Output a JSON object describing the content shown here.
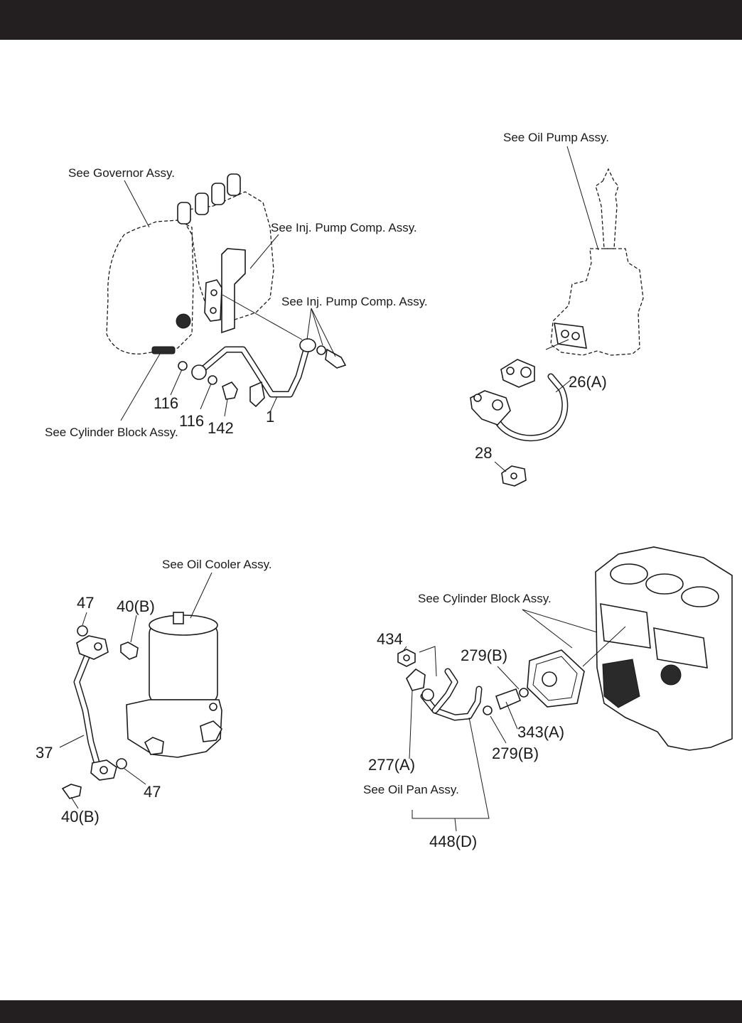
{
  "top_left": {
    "ref_governor": "See Governor Assy.",
    "ref_inj_pump_1": "See Inj. Pump Comp. Assy.",
    "ref_inj_pump_2": "See Inj. Pump Comp. Assy.",
    "ref_cyl_block": "See Cylinder Block Assy.",
    "callouts": [
      "116",
      "116",
      "142",
      "1"
    ]
  },
  "top_right": {
    "ref_oil_pump": "See Oil Pump Assy.",
    "callouts": [
      "26(A)",
      "28"
    ]
  },
  "bottom_left": {
    "ref_oil_cooler": "See Oil Cooler Assy.",
    "callouts": [
      "47",
      "40(B)",
      "37",
      "40(B)",
      "47"
    ]
  },
  "bottom_right": {
    "ref_cyl_block": "See Cylinder Block Assy.",
    "ref_oil_pan": "See Oil Pan Assy.",
    "callouts": [
      "434",
      "279(B)",
      "343(A)",
      "279(B)",
      "277(A)",
      "448(D)"
    ]
  }
}
